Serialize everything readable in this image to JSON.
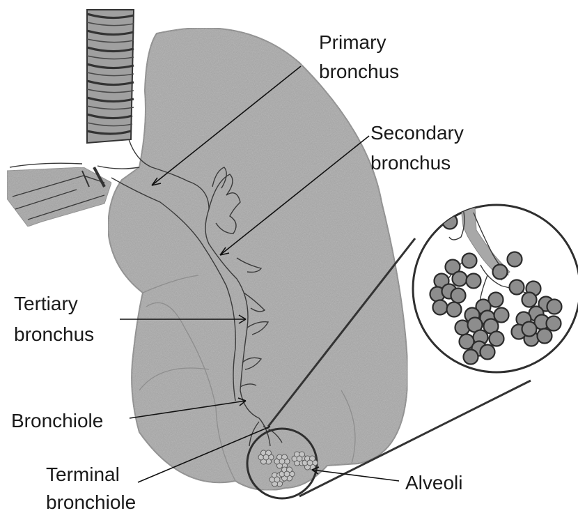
{
  "labels": {
    "primary_bronchus": [
      "Primary",
      "bronchus"
    ],
    "secondary_bronchus": [
      "Secondary",
      "bronchus"
    ],
    "tertiary_bronchus": [
      "Tertiary",
      "bronchus"
    ],
    "bronchiole": "Bronchiole",
    "terminal_bronchiole": [
      "Terminal",
      "bronchiole"
    ],
    "alveoli": "Alveoli"
  },
  "colors": {
    "lung_fill": "#a9a9a9",
    "lung_stroke": "#8a8a8a",
    "trachea_fill": "#a0a0a0",
    "ring_color": "#333333",
    "alveolus_fill": "#8d8d8d",
    "text": "#1a1a1a"
  }
}
